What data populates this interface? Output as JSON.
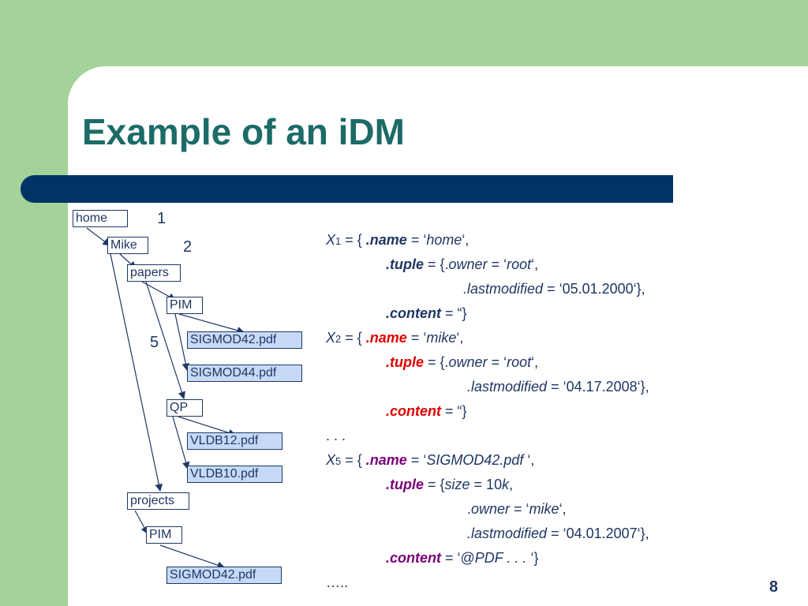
{
  "title": "Example of an iDM",
  "page_number": "8",
  "tree": {
    "nodes": [
      {
        "id": "home",
        "label": "home"
      },
      {
        "id": "mike",
        "label": "Mike"
      },
      {
        "id": "papers",
        "label": "papers"
      },
      {
        "id": "pim1",
        "label": "PIM"
      },
      {
        "id": "sigmod42a",
        "label": "SIGMOD42.pdf"
      },
      {
        "id": "sigmod44",
        "label": "SIGMOD44.pdf"
      },
      {
        "id": "qp",
        "label": "QP"
      },
      {
        "id": "vldb12",
        "label": "VLDB12.pdf"
      },
      {
        "id": "vldb10",
        "label": "VLDB10.pdf"
      },
      {
        "id": "projects",
        "label": "projects"
      },
      {
        "id": "pim2",
        "label": "PIM"
      },
      {
        "id": "sigmod42b",
        "label": "SIGMOD42.pdf"
      }
    ],
    "markers": [
      "1",
      "2",
      "5"
    ]
  },
  "code": {
    "x1": {
      "var": "X",
      "sub": "1",
      "open": " = { ",
      "name_kw": ".name",
      "name_eq": " = ‘",
      "name_val": "home",
      "name_end": "‘,",
      "tuple_kw": ".tuple",
      "tuple_open": " = {.",
      "owner_kw": "owner",
      "owner_eq": " = ‘",
      "owner_val": "root",
      "owner_end": "‘,",
      "lm_kw": ".lastmodified",
      "lm_eq": " = ‘05.01.2000‘},",
      "content_kw": ".content",
      "content_eq": " = “}"
    },
    "x2": {
      "var": "X",
      "sub": "2",
      "open": " = { ",
      "name_kw": ".name",
      "name_eq": " = ‘",
      "name_val": "mike",
      "name_end": "‘,",
      "tuple_kw": ".tuple",
      "tuple_open": " = {.",
      "owner_kw": "owner",
      "owner_eq": " = ‘",
      "owner_val": "root",
      "owner_end": "‘,",
      "lm_kw": ".lastmodified",
      "lm_eq": " = ‘04.17.2008‘},",
      "content_kw": ".content",
      "content_eq": " = “}"
    },
    "ellipsis": ". . .",
    "x5": {
      "var": "X",
      "sub": "5",
      "open": " = { ",
      "name_kw": ".name",
      "name_eq": " = ‘",
      "name_val": "SIGMOD42.pdf ",
      "name_end": "‘,",
      "tuple_kw": ".tuple",
      "tuple_open": " = {",
      "size_kw": "size",
      "size_eq": " = 10",
      "size_unit": "k",
      "size_end": ",",
      "owner_pre": ".",
      "owner_kw": "owner",
      "owner_eq": " = ‘",
      "owner_val": "mike",
      "owner_end": "‘,",
      "lm_kw": ".lastmodified",
      "lm_eq": " = ‘04.01.2007‘},",
      "content_kw": ".content",
      "content_eq": " = ‘@",
      "content_val": "PDF . . . ",
      "content_end": "‘}"
    },
    "trailing": "….."
  },
  "colors": {
    "title": "#1c6b68",
    "bar": "#003366",
    "green": "#a4d39a",
    "text": "#1f3763",
    "red": "#e00000",
    "purple": "#7a007a"
  }
}
